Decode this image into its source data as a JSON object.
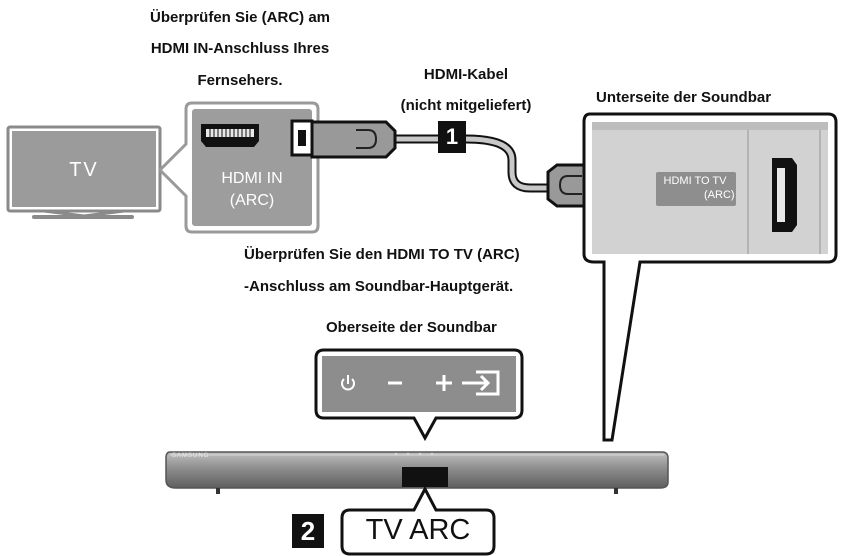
{
  "tv": {
    "screen_label": "TV",
    "port_label_line1": "HDMI IN",
    "port_label_line2": "(ARC)",
    "callout_line1": "Überprüfen Sie (ARC) am",
    "callout_line2": "HDMI IN-Anschluss Ihres",
    "callout_line3": "Fernsehers."
  },
  "cable": {
    "label_line1": "HDMI-Kabel",
    "label_line2": "(nicht mitgeliefert)",
    "step_number": "1"
  },
  "soundbar_bottom": {
    "title": "Unterseite der Soundbar",
    "port_label_line1": "HDMI TO TV",
    "port_label_line2": "(ARC)",
    "callout_line1": "Überprüfen Sie den HDMI TO TV (ARC)",
    "callout_line2": "-Anschluss am Soundbar-Hauptgerät."
  },
  "soundbar_top": {
    "title": "Oberseite der Soundbar",
    "buttons": [
      "power-icon",
      "minus",
      "plus",
      "source-icon"
    ],
    "brand": "SAMSUNG"
  },
  "display": {
    "step_number": "2",
    "text": "TV ARC"
  }
}
